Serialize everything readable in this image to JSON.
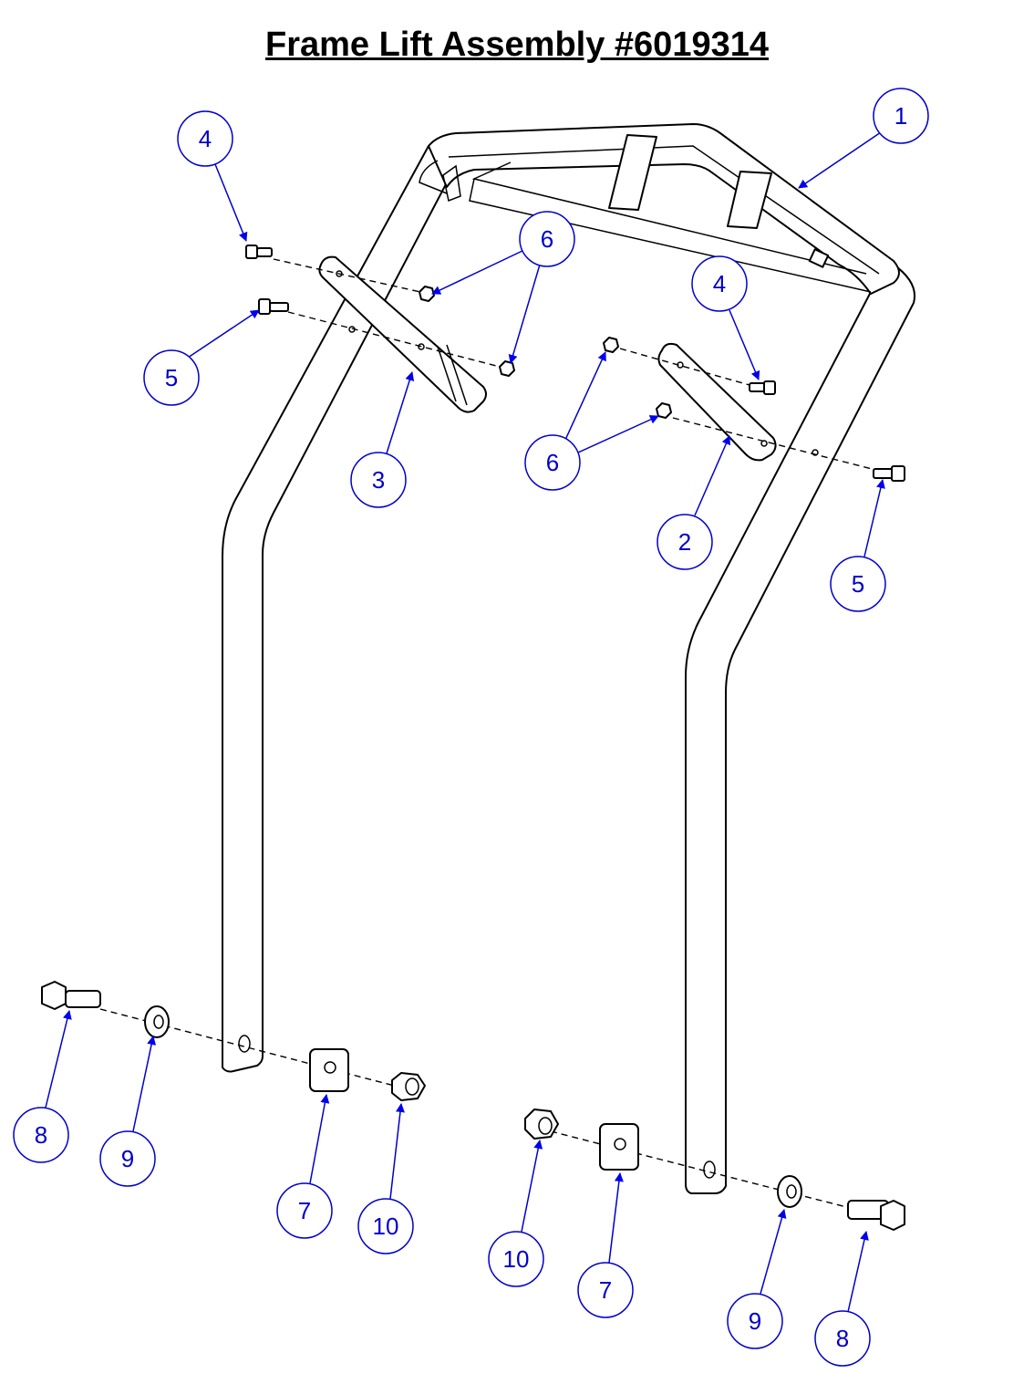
{
  "title": "Frame Lift Assembly #6019314",
  "accent_color": "#0000cc",
  "callouts": [
    {
      "id": "c-1",
      "label": "1"
    },
    {
      "id": "c-4a",
      "label": "4"
    },
    {
      "id": "c-6a",
      "label": "6"
    },
    {
      "id": "c-5a",
      "label": "5"
    },
    {
      "id": "c-3",
      "label": "3"
    },
    {
      "id": "c-4b",
      "label": "4"
    },
    {
      "id": "c-6b",
      "label": "6"
    },
    {
      "id": "c-2",
      "label": "2"
    },
    {
      "id": "c-5b",
      "label": "5"
    },
    {
      "id": "c-8a",
      "label": "8"
    },
    {
      "id": "c-9a",
      "label": "9"
    },
    {
      "id": "c-7a",
      "label": "7"
    },
    {
      "id": "c-10a",
      "label": "10"
    },
    {
      "id": "c-10b",
      "label": "10"
    },
    {
      "id": "c-7b",
      "label": "7"
    },
    {
      "id": "c-9b",
      "label": "9"
    },
    {
      "id": "c-8b",
      "label": "8"
    }
  ]
}
